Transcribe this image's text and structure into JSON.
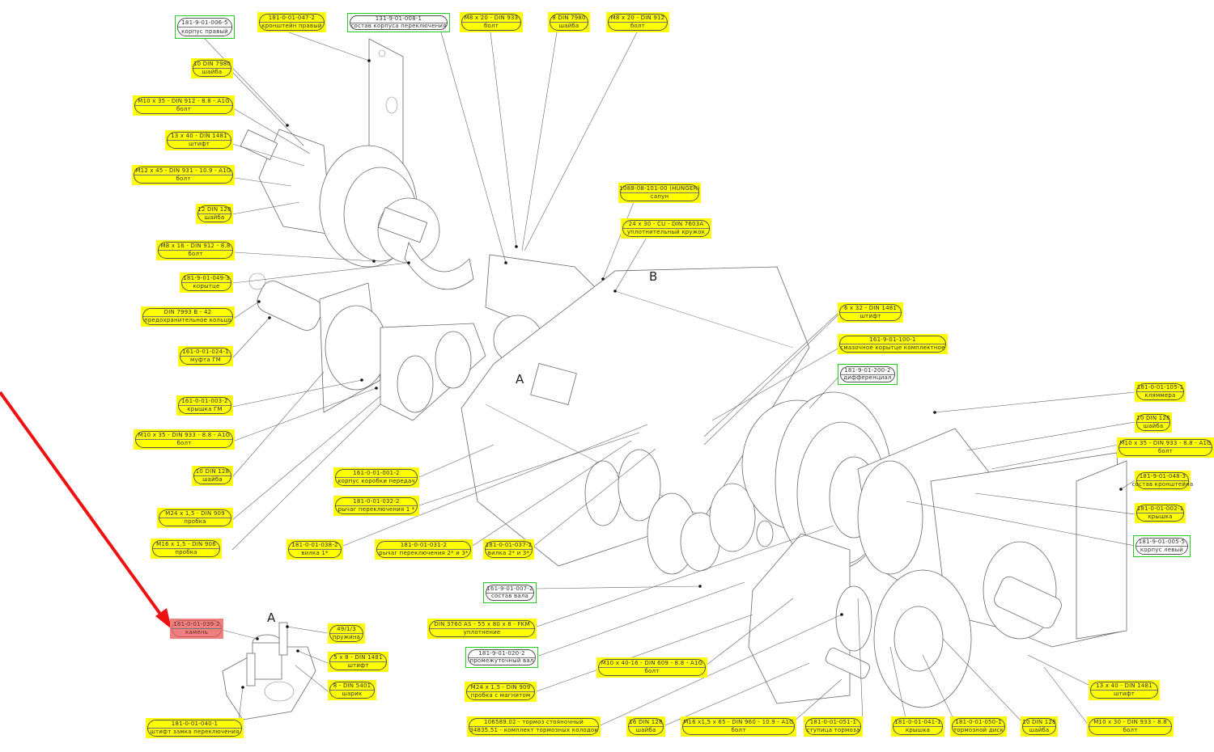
{
  "diagram": {
    "type": "exploded-parts-view",
    "subject": "gearbox assembly",
    "colors": {
      "standard_part": "#ffff00",
      "assembly_part": "#22cc22",
      "selected_part": "#f08080",
      "arrow": "#ee1111"
    },
    "view_labels": {
      "A_main": "A",
      "B_main": "B",
      "A_detail": "A"
    },
    "highlight_arrow": {
      "target": "181-0-01-039-2"
    },
    "callouts": [
      {
        "id": "c1",
        "kind": "asm",
        "line1": "181-9-01-006-5",
        "line2": "корпус правый"
      },
      {
        "id": "c2",
        "kind": "std",
        "line1": "181-0-01-047-2",
        "line2": "кронштейн правый"
      },
      {
        "id": "c3",
        "kind": "asm",
        "line1": "131-9-01-008-1",
        "line2": "состав корпуса переключения"
      },
      {
        "id": "c4",
        "kind": "std",
        "line1": "M8 x 20 - DIN 933",
        "line2": "болт"
      },
      {
        "id": "c5",
        "kind": "std",
        "line1": "8 DIN 7980",
        "line2": "шайба"
      },
      {
        "id": "c6",
        "kind": "std",
        "line1": "M8 x 20 - DIN 912",
        "line2": "болт"
      },
      {
        "id": "c7",
        "kind": "std",
        "line1": "10 DIN 7980",
        "line2": "шайба"
      },
      {
        "id": "c8",
        "kind": "std",
        "line1": "M10 x 35 - DIN 912 - 8.8 - A1G",
        "line2": "болт"
      },
      {
        "id": "c9",
        "kind": "std",
        "line1": "13 x 40 - DIN 1481",
        "line2": "штифт"
      },
      {
        "id": "c10",
        "kind": "std",
        "line1": "M12 x 45 - DIN 931 - 10.9 - A1G",
        "line2": "болт"
      },
      {
        "id": "c11",
        "kind": "std",
        "line1": "12 DIN 128",
        "line2": "шайба"
      },
      {
        "id": "c12",
        "kind": "std",
        "line1": "M8 x 16 - DIN 912 - 8.8",
        "line2": "болт"
      },
      {
        "id": "c13",
        "kind": "std",
        "line1": "181-9-01-049-3",
        "line2": "корытце"
      },
      {
        "id": "c14",
        "kind": "std",
        "line1": "DIN 7993 B - 42",
        "line2": "предохранительное кольцо"
      },
      {
        "id": "c15",
        "kind": "std",
        "line1": "161-0-01-024-1",
        "line2": "муфта ГМ"
      },
      {
        "id": "c16",
        "kind": "std",
        "line1": "161-0-01-003-2",
        "line2": "крышка ГМ"
      },
      {
        "id": "c17",
        "kind": "std",
        "line1": "M10 x 35 - DIN 933 - 8.8 - A1G",
        "line2": "болт"
      },
      {
        "id": "c18",
        "kind": "std",
        "line1": "10 DIN 128",
        "line2": "шайба"
      },
      {
        "id": "c19",
        "kind": "std",
        "line1": "M24 x 1,5 - DIN 909",
        "line2": "пробка"
      },
      {
        "id": "c20",
        "kind": "std",
        "line1": "M16 x 1,5 - DIN 906",
        "line2": "пробка"
      },
      {
        "id": "c21",
        "kind": "std",
        "line1": "161-0-01-001-2",
        "line2": "корпус коробки передач"
      },
      {
        "id": "c22",
        "kind": "std",
        "line1": "181-0-01-032-2",
        "line2": "рычаг переключения 1 *"
      },
      {
        "id": "c23",
        "kind": "std",
        "line1": "181-0-01-038-2",
        "line2": "вилка 1*"
      },
      {
        "id": "c24",
        "kind": "std",
        "line1": "181-0-01-031-2",
        "line2": "рычаг переключения 2* и 3*"
      },
      {
        "id": "c25",
        "kind": "std",
        "line1": "181-0-01-037-2",
        "line2": "вилка 2* и 3*"
      },
      {
        "id": "c26",
        "kind": "std",
        "line1": "1088-08-101-00 (HUNGER)",
        "line2": "сапун"
      },
      {
        "id": "c27",
        "kind": "std",
        "line1": "24 x 30 - CU - DIN 7603A",
        "line2": "уплотнительный кружок"
      },
      {
        "id": "c28",
        "kind": "std",
        "line1": "6 x 32 - DIN 1481",
        "line2": "штифт"
      },
      {
        "id": "c29",
        "kind": "std",
        "line1": "161-9-01-100-1",
        "line2": "смазочное корытце комплектное"
      },
      {
        "id": "c30",
        "kind": "asm",
        "line1": "181-9-01-200-2",
        "line2": "дифференциал"
      },
      {
        "id": "c31",
        "kind": "std",
        "line1": "181-0-01-105-1",
        "line2": "кляммера"
      },
      {
        "id": "c32",
        "kind": "std",
        "line1": "10 DIN 128",
        "line2": "шайба"
      },
      {
        "id": "c33",
        "kind": "std",
        "line1": "M10 x 35 - DIN 933 - 8.8 - A1G",
        "line2": "болт"
      },
      {
        "id": "c34",
        "kind": "std",
        "line1": "181-9-01-048-3",
        "line2": "состав кронштейна"
      },
      {
        "id": "c35",
        "kind": "std",
        "line1": "181-0-01-002-1",
        "line2": "крышка"
      },
      {
        "id": "c36",
        "kind": "asm",
        "line1": "181-9-01-005-5",
        "line2": "корпус левый"
      },
      {
        "id": "c37",
        "kind": "asm",
        "line1": "161-9-01-007-2",
        "line2": "состав вала"
      },
      {
        "id": "c38",
        "kind": "std",
        "line1": "DIN 3760 AS - 55 x 80 x 8 - FKM",
        "line2": "уплотнение"
      },
      {
        "id": "c39",
        "kind": "asm",
        "line1": "181-9-01-020-2",
        "line2": "промежуточный вал"
      },
      {
        "id": "c40",
        "kind": "std",
        "line1": "M24 x 1,5 - DIN 909",
        "line2": "пробка с магнитом"
      },
      {
        "id": "c41",
        "kind": "std",
        "line1": "106589.02 - тормоз стояночный",
        "line2": "34835.51 - комплект тормозных колодок"
      },
      {
        "id": "c42",
        "kind": "std",
        "line1": "M10 x 40-16 - DIN 609 - 8.8 - A1G",
        "line2": "болт"
      },
      {
        "id": "c43",
        "kind": "std",
        "line1": "16 DIN 128",
        "line2": "шайба"
      },
      {
        "id": "c44",
        "kind": "std",
        "line1": "M16 x1,5 x 65 - DIN 960 - 10.9 - A1G",
        "line2": "болт"
      },
      {
        "id": "c45",
        "kind": "std",
        "line1": "181-0-01-051-1",
        "line2": "ступица тормоза"
      },
      {
        "id": "c46",
        "kind": "std",
        "line1": "181-0-01-041-1",
        "line2": "крышка"
      },
      {
        "id": "c47",
        "kind": "std",
        "line1": "181-0-01-050-1",
        "line2": "тормозной диск"
      },
      {
        "id": "c48",
        "kind": "std",
        "line1": "10 DIN 128",
        "line2": "шайба"
      },
      {
        "id": "c49",
        "kind": "std",
        "line1": "13 x 40 - DIN 1481",
        "line2": "штифт"
      },
      {
        "id": "c50",
        "kind": "std",
        "line1": "M10 x 30 - DIN 933 - 8.8",
        "line2": "болт"
      },
      {
        "id": "c51",
        "kind": "sel",
        "line1": "181-0-01-039-2",
        "line2": "камень"
      },
      {
        "id": "c52",
        "kind": "std",
        "line1": "49/1/3",
        "line2": "пружина"
      },
      {
        "id": "c53",
        "kind": "std",
        "line1": "5 x 8 - DIN 1481",
        "line2": "штифт"
      },
      {
        "id": "c54",
        "kind": "std",
        "line1": "8 - DIN 5401",
        "line2": "шарик"
      },
      {
        "id": "c55",
        "kind": "std",
        "line1": "181-0-01-040-1",
        "line2": "штифт замка переключения"
      }
    ]
  }
}
